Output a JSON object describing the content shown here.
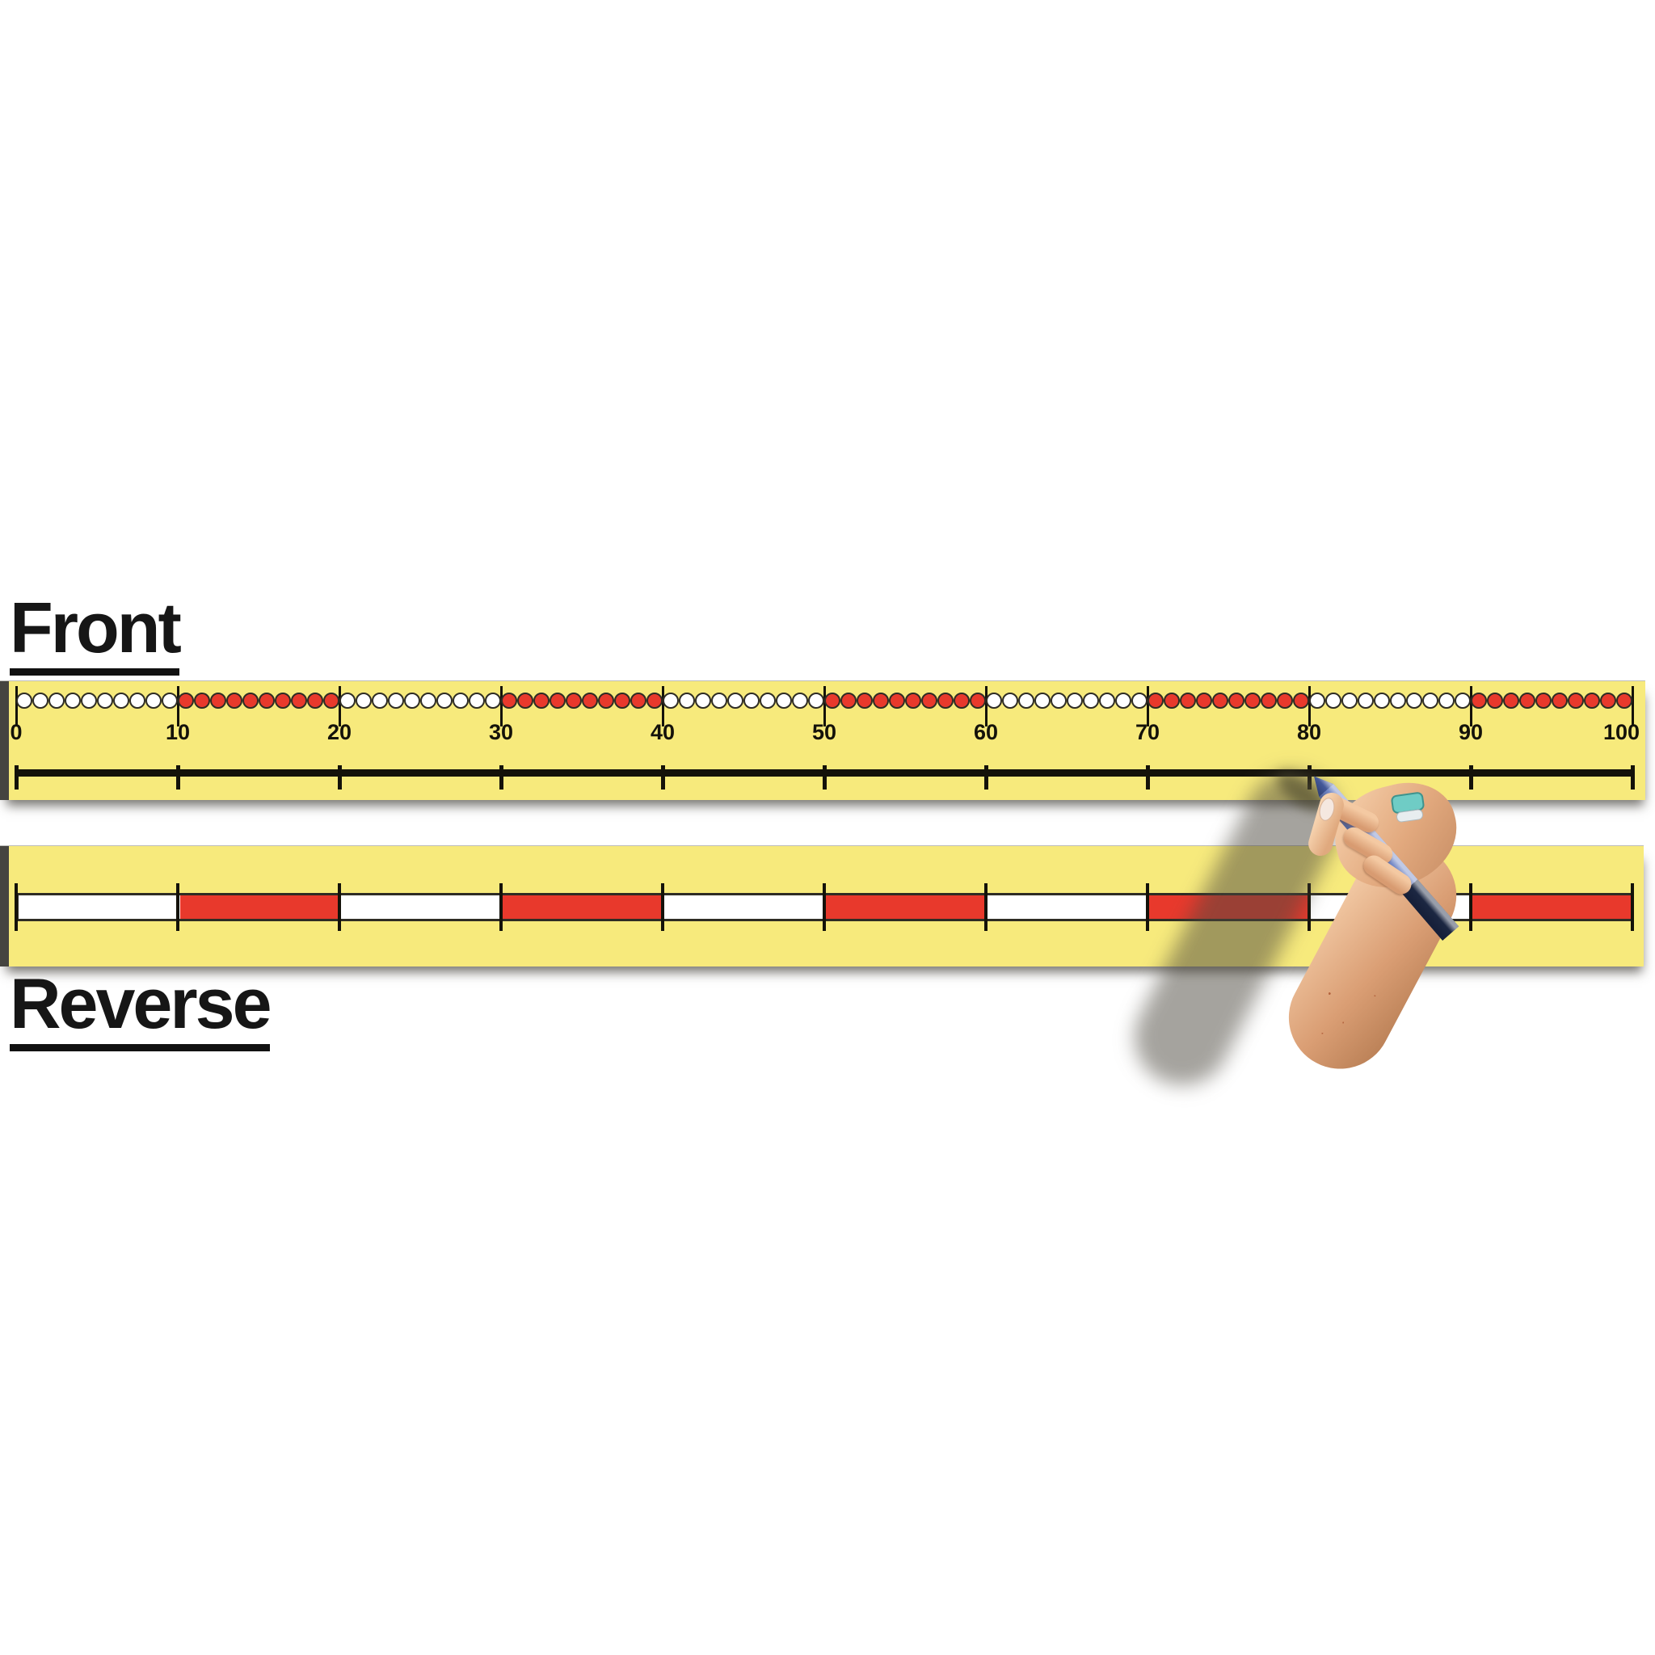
{
  "front": {
    "heading": "Front",
    "tick_labels": [
      "0",
      "10",
      "20",
      "30",
      "40",
      "50",
      "60",
      "70",
      "80",
      "90",
      "100"
    ],
    "bead_group_colors": [
      "white",
      "red",
      "white",
      "red",
      "white",
      "red",
      "white",
      "red",
      "white",
      "red"
    ],
    "beads_per_group": 10,
    "total_beads": 100
  },
  "reverse": {
    "heading": "Reverse",
    "segment_colors": [
      "white",
      "red",
      "white",
      "red",
      "white",
      "red",
      "white",
      "red",
      "white",
      "red"
    ]
  },
  "scale": {
    "min": 0,
    "max": 100,
    "step": 10
  },
  "colors": {
    "strip_yellow": "#F7EA7C",
    "bead_red": "#E8392C",
    "bead_outline": "#2E2C24",
    "line_black": "#14120A",
    "strip_edge": "#454440",
    "pen_blue": "#7388C6",
    "pen_blue_dark": "#44599A",
    "pen_navy": "#1C2742",
    "skin": "#EBBC94",
    "nail": "#F5E8E0",
    "ring_teal": "#6FCCC5",
    "ring_band_silver": "#E8EDEF"
  }
}
